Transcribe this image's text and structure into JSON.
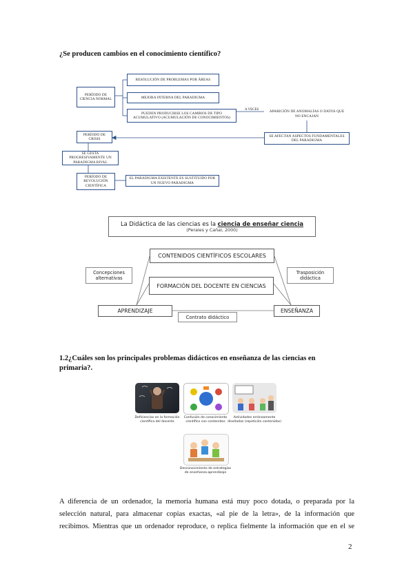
{
  "section1": {
    "heading": "¿Se producen cambios en el conocimiento científico?"
  },
  "flow": {
    "periodo_ciencia_normal": "PERÍODO DE CIENCIA NORMAL",
    "resolucion": "RESOLUCIÓN DE PROBLEMAS POR ÁREAS",
    "mejora": "MEJORA INTERNA DEL PARADIGMA",
    "pueden": "PUEDEN PRODUCIRSE LOS CAMBIOS DE TIPO ACUMULATIVO (ACUMULACIÓN DE CONOCIMIENTOS)",
    "a_veces": "A VECES",
    "aparicion": "APARICIÓN DE ANOMALÍAS O DATOS QUE NO ENCAJAN",
    "periodo_crisis": "PERÍODO DE CRISIS",
    "se_afectan": "SE AFECTAN ASPECTOS FUNDAMENTALES DEL PARADIGMA",
    "se_gesta": "SE GESTA PROGRESIVAMENTE UN PARADIGMA RIVAL",
    "periodo_revolucion": "PERÍODO DE REVOLUCIÓN CIENTÍFICA",
    "el_paradigma": "EL PARADIGMA EXISTENTE ES SUSTITUIDO POR UN NUEVO PARADIGMA"
  },
  "didactica": {
    "title_prefix": "La Didáctica de las ciencias es la ",
    "title_emph": "ciencia de enseñar ciencia",
    "citation": "(Perales y  Cañal, 2000)",
    "contenidos": "CONTENIDOS CIENTÍFICOS ESCOLARES",
    "formacion": "FORMACIÓN DEL DOCENTE EN CIENCIAS",
    "concepciones": "Concepciones alternativas",
    "trasposicion": "Trasposición didáctica",
    "aprendizaje": "APRENDIZAJE",
    "ensenanza": "ENSEÑANZA",
    "contrato": "Contrato didáctico"
  },
  "section2": {
    "heading_line1": "1.2¿Cuáles son los principales problemas didácticos en enseñanza de las ciencias en",
    "heading_line2": "primaria?."
  },
  "problems": [
    {
      "caption": "Deficiencias en la formación científica del docente"
    },
    {
      "caption": "Confusión de conocimiento científico con contenidos"
    },
    {
      "caption": "Actividades erróneamente diseñadas (repetición contenidos)"
    },
    {
      "caption": "Desconocimiento de estrategias de enseñanza-aprendizaje"
    }
  ],
  "body": {
    "line1": "A diferencia de un ordenador, la memoria humana está muy poco dotada, o preparada por la",
    "line2": "selección natural, para almacenar copias exactas, «al pie de la letra», de la información que",
    "line3": "recibimos. Mientras que un ordenador reproduce, o replica fielmente la información que en el se"
  },
  "page_number": "2"
}
